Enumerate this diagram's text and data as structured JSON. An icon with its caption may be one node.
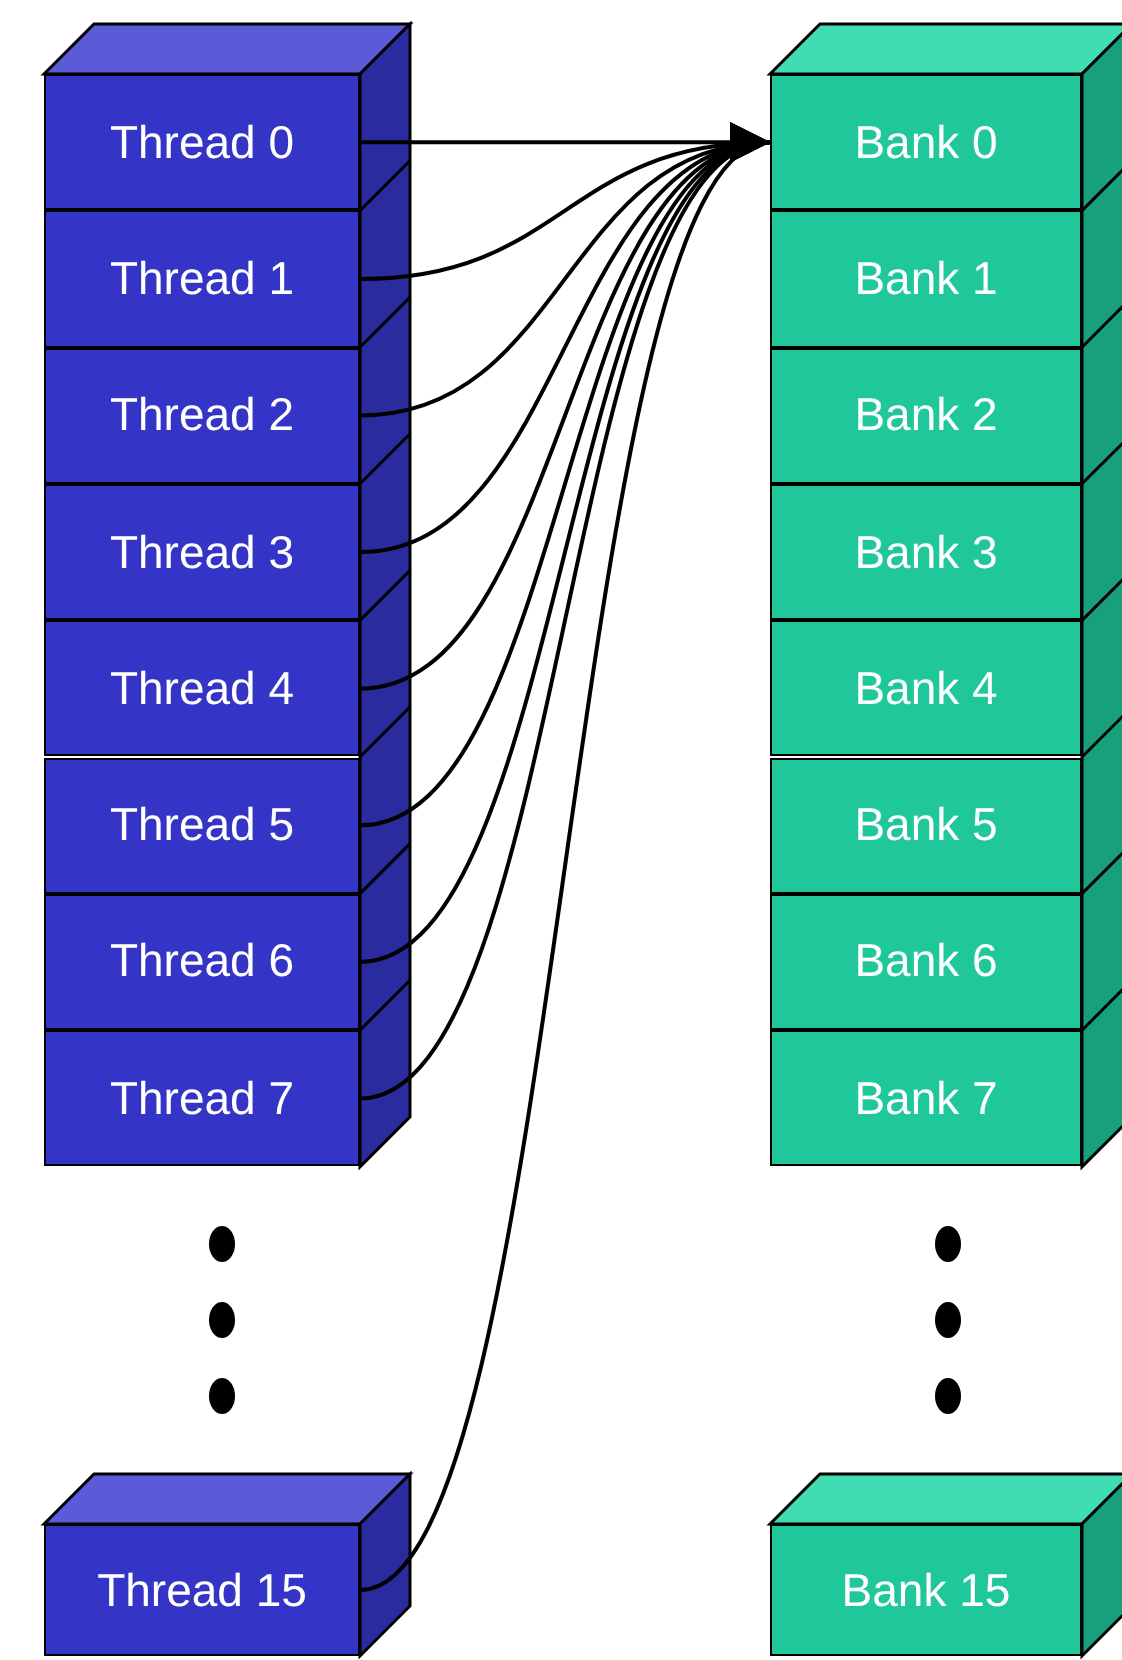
{
  "diagram": {
    "nodes": [
      {
        "text": [
          "Thread 0"
        ]
      },
      {
        "text": [
          "Thread 1"
        ]
      },
      {
        "text": [
          "Thread 2"
        ]
      },
      {
        "text": [
          "Thread 3"
        ]
      },
      {
        "text": [
          "Thread 4"
        ]
      },
      {
        "text": [
          "Thread 5"
        ]
      },
      {
        "text": [
          "Thread 6"
        ]
      },
      {
        "text": [
          "Thread 7"
        ]
      },
      {
        "text": [
          "Thread 15"
        ]
      },
      {
        "text": [
          "Bank 0"
        ]
      },
      {
        "text": [
          "Bank 1"
        ]
      },
      {
        "text": [
          "Bank 2"
        ]
      },
      {
        "text": [
          "Bank 3"
        ]
      },
      {
        "text": [
          "Bank 4"
        ]
      },
      {
        "text": [
          "Bank 5"
        ]
      },
      {
        "text": [
          "Bank 6"
        ]
      },
      {
        "text": [
          "Bank 7"
        ]
      },
      {
        "text": [
          "Bank 15"
        ]
      }
    ],
    "edges": [
      {
        "from": 0,
        "to": 9,
        "arrow": "to"
      },
      {
        "from": 1,
        "to": 9,
        "arrow": "to"
      },
      {
        "from": 2,
        "to": 9,
        "arrow": "to"
      },
      {
        "from": 3,
        "to": 9,
        "arrow": "to"
      },
      {
        "from": 4,
        "to": 9,
        "arrow": "to"
      },
      {
        "from": 5,
        "to": 9,
        "arrow": "to"
      },
      {
        "from": 6,
        "to": 9,
        "arrow": "to"
      },
      {
        "from": 7,
        "to": 9,
        "arrow": "to"
      },
      {
        "from": 8,
        "to": 9,
        "arrow": "to"
      }
    ]
  }
}
